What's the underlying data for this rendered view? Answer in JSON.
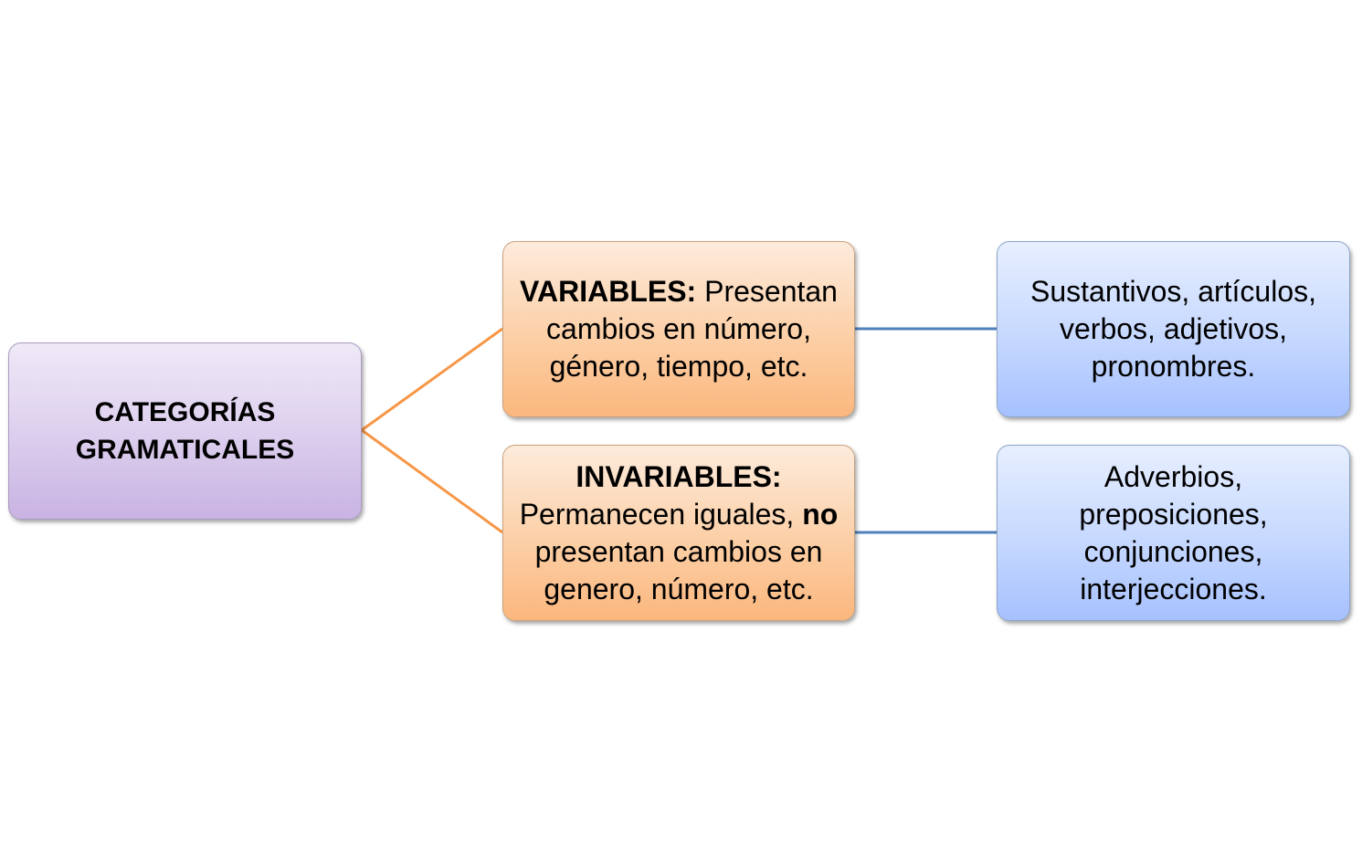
{
  "root": {
    "line1": "CATEGORÍAS",
    "line2": "GRAMATICALES"
  },
  "variables": {
    "heading": "VARIABLES:",
    "text1": " Presentan",
    "line2": "cambios en número,",
    "line3": "género, tiempo, etc."
  },
  "invariables": {
    "heading": "INVARIABLES:",
    "line2_pre": "Permanecen iguales, ",
    "line2_bold": "no",
    "line3": "presentan cambios en",
    "line4": "genero, número, etc."
  },
  "variables_examples": {
    "line1": "Sustantivos, artículos,",
    "line2": "verbos, adjetivos,",
    "line3": "pronombres."
  },
  "invariables_examples": {
    "line1": "Adverbios,",
    "line2": "preposiciones,",
    "line3": "conjunciones,",
    "line4": "interjecciones."
  },
  "colors": {
    "orange_connector": "#f79646",
    "blue_connector": "#4f81bd"
  }
}
